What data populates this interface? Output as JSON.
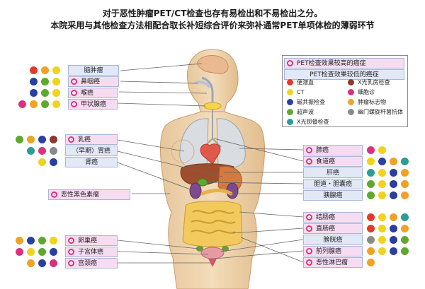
{
  "title": {
    "line1": "对于恶性肿瘤PET/CT检查也存有易检出和不易检出之分。",
    "line2": "本院采用与其他检查方法相配合取长补短综合评价来弥补通常PET单项体检的薄弱环节"
  },
  "legend": {
    "high_label": "PET检查效果较高的癌症",
    "low_label": "PET检查效果较低的癌症",
    "items": [
      {
        "label": "便潜血",
        "color": "#e23a2a"
      },
      {
        "label": "X光乳房检查",
        "color": "#8b3a2e"
      },
      {
        "label": "CT",
        "color": "#f2d21c"
      },
      {
        "label": "细胞诊",
        "color": "#d8327f"
      },
      {
        "label": "磁共振检查",
        "color": "#2a3f9e"
      },
      {
        "label": "肿瘤标志物",
        "color": "#f0a224"
      },
      {
        "label": "超声波",
        "color": "#5fa82e"
      },
      {
        "label": "幽门螺旋杆菌抗体",
        "color": "#8a8a8a"
      },
      {
        "label": "X光钡餐检查",
        "color": "#2a9e95"
      }
    ]
  },
  "colors": {
    "red": "#e23a2a",
    "yellow": "#f2d21c",
    "navy": "#2a3f9e",
    "green": "#5fa82e",
    "teal": "#2a9e95",
    "brown": "#8b3a2e",
    "pink": "#d8327f",
    "orange": "#f0a224",
    "grey": "#8a8a8a"
  },
  "organs_left": [
    {
      "name": "脑肿瘤",
      "high": false,
      "dots": [
        "red",
        "orange",
        "yellow"
      ]
    },
    {
      "name": "鼻咽癌",
      "high": true,
      "dots": [
        "navy",
        "green",
        "yellow"
      ]
    },
    {
      "name": "喉癌",
      "high": true,
      "dots": [
        "navy",
        "green",
        "yellow"
      ]
    },
    {
      "name": "甲状腺癌",
      "high": true,
      "dots": [
        "pink",
        "orange",
        "green",
        "yellow"
      ]
    },
    {
      "name": "乳癌",
      "high": true,
      "dots": [
        "green",
        "orange",
        "navy",
        "brown"
      ]
    },
    {
      "name": "（早期）胃癌",
      "high": false,
      "dots": [
        "teal",
        "pink",
        "grey"
      ]
    },
    {
      "name": "肾癌",
      "high": false,
      "dots": [
        "yellow",
        "navy"
      ]
    },
    {
      "name": "恶性黑色素瘤",
      "high": true,
      "dots": []
    },
    {
      "name": "卵巢癌",
      "high": true,
      "dots": [
        "orange",
        "navy",
        "green",
        "yellow"
      ]
    },
    {
      "name": "子宫体癌",
      "high": true,
      "dots": [
        "pink",
        "yellow",
        "green",
        "navy"
      ]
    },
    {
      "name": "宫颈癌",
      "high": true,
      "dots": [
        "orange",
        "navy",
        "pink"
      ]
    }
  ],
  "organs_right": [
    {
      "name": "肺癌",
      "high": true,
      "dots": [
        "pink",
        "yellow"
      ]
    },
    {
      "name": "食道癌",
      "high": true,
      "dots": [
        "yellow",
        "navy",
        "orange",
        "teal"
      ]
    },
    {
      "name": "肝癌",
      "high": false,
      "dots": [
        "teal",
        "yellow",
        "navy",
        "orange"
      ]
    },
    {
      "name": "胆道・胆囊癌",
      "high": false,
      "dots": [
        "green",
        "yellow",
        "navy",
        "orange"
      ]
    },
    {
      "name": "胰腺癌",
      "high": false,
      "dots": [
        "green",
        "yellow",
        "navy",
        "orange"
      ]
    },
    {
      "name": "结肠癌",
      "high": true,
      "dots": [
        "red",
        "yellow",
        "orange",
        "teal"
      ]
    },
    {
      "name": "直肠癌",
      "high": true,
      "dots": [
        "red",
        "yellow",
        "navy",
        "orange"
      ]
    },
    {
      "name": "膀胱癌",
      "high": false,
      "dots": [
        "grey",
        "yellow",
        "navy",
        "green"
      ]
    },
    {
      "name": "前列腺癌",
      "high": true,
      "dots": [
        "orange",
        "yellow",
        "navy",
        "green"
      ]
    },
    {
      "name": "恶性淋巴瘤",
      "high": true,
      "dots": [
        "orange"
      ]
    }
  ]
}
